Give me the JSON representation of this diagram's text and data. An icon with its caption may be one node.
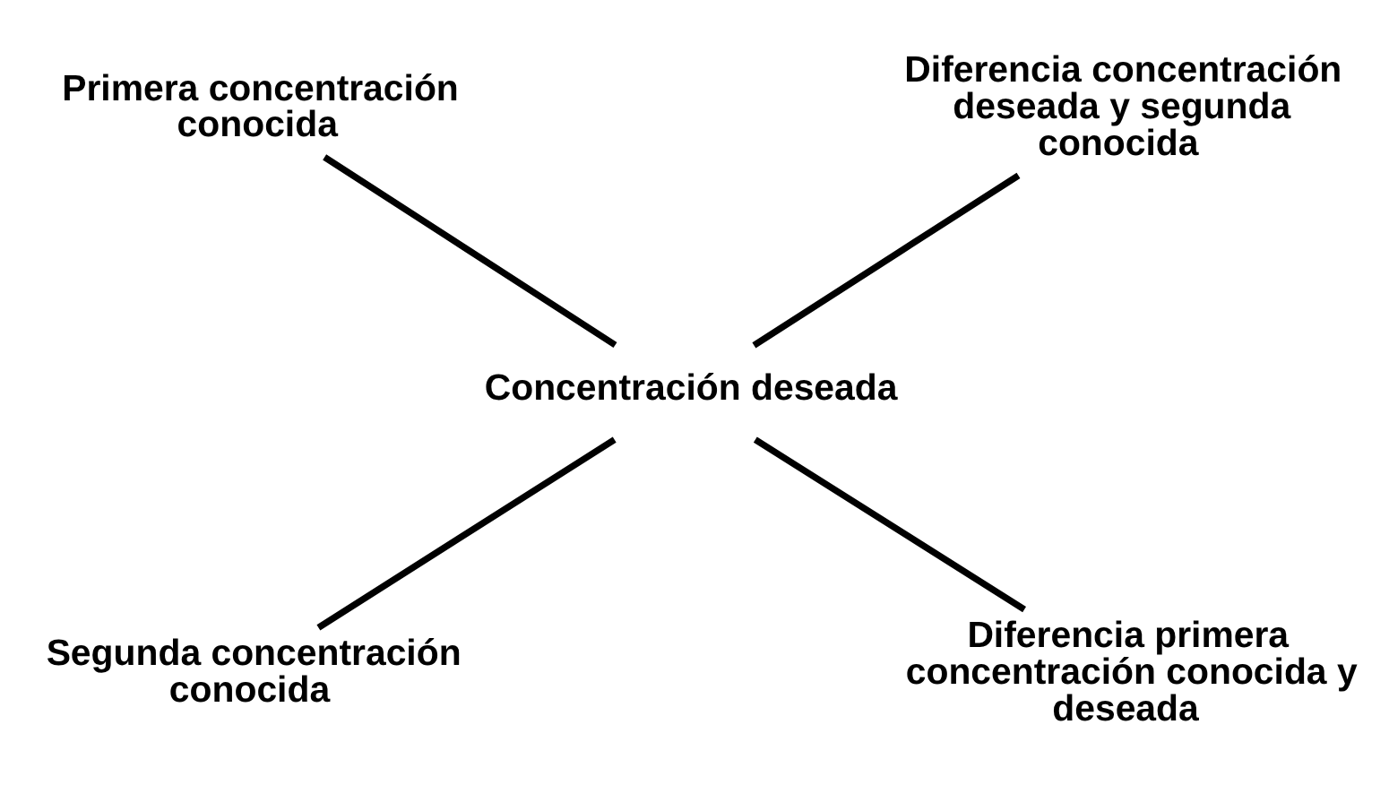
{
  "diagram": {
    "nodes": [
      {
        "text": [
          "Primera concentración conocida"
        ]
      },
      {
        "text": [
          "Diferencia concentración deseada y segunda conocida"
        ]
      },
      {
        "text": [
          "Concentración deseada"
        ]
      },
      {
        "text": [
          "Segunda concentración conocida"
        ]
      },
      {
        "text": [
          "Diferencia primera concentración conocida y deseada"
        ]
      }
    ],
    "edges": [
      {
        "from": 0,
        "to": 2,
        "arrow": "none"
      },
      {
        "from": 2,
        "to": 4,
        "arrow": "none"
      },
      {
        "from": 1,
        "to": 2,
        "arrow": "none"
      },
      {
        "from": 2,
        "to": 3,
        "arrow": "none"
      }
    ]
  }
}
